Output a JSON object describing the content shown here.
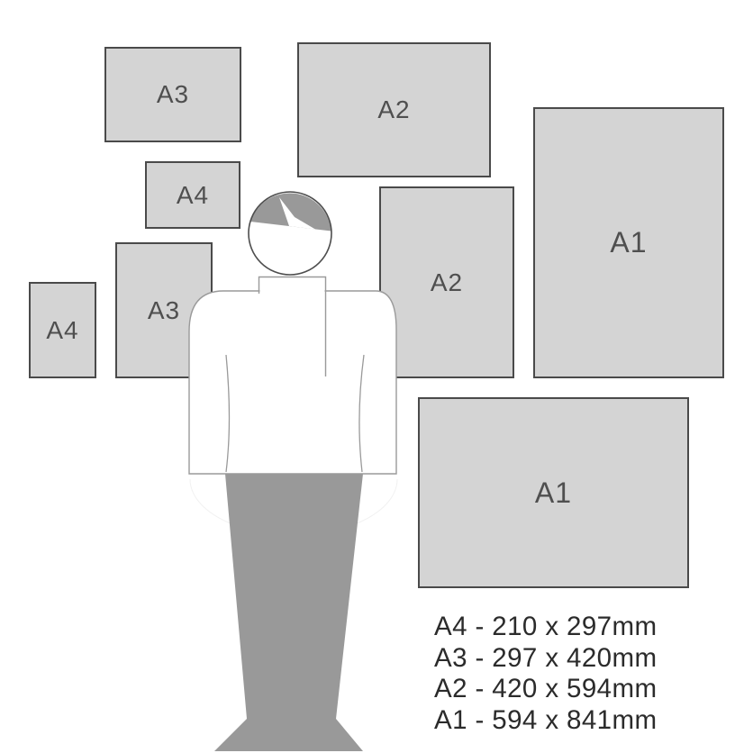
{
  "papers": [
    {
      "id": "a3-landscape",
      "label": "A3"
    },
    {
      "id": "a2-landscape",
      "label": "A2"
    },
    {
      "id": "a4-landscape",
      "label": "A4"
    },
    {
      "id": "a2-portrait",
      "label": "A2"
    },
    {
      "id": "a1-portrait",
      "label": "A1"
    },
    {
      "id": "a3-portrait",
      "label": "A3"
    },
    {
      "id": "a4-portrait",
      "label": "A4"
    },
    {
      "id": "a1-landscape",
      "label": "A1"
    }
  ],
  "legend": {
    "items": [
      "A4 - 210 x 297mm",
      "A3 - 297 x 420mm",
      "A2 - 420 x 594mm",
      "A1 - 594 x 841mm"
    ]
  },
  "colors": {
    "paper_fill": "#d4d4d4",
    "paper_border": "#4a4a4a",
    "figure_gray": "#999999",
    "outline_gray": "#9a9a9a",
    "text": "#2b2b2b"
  }
}
